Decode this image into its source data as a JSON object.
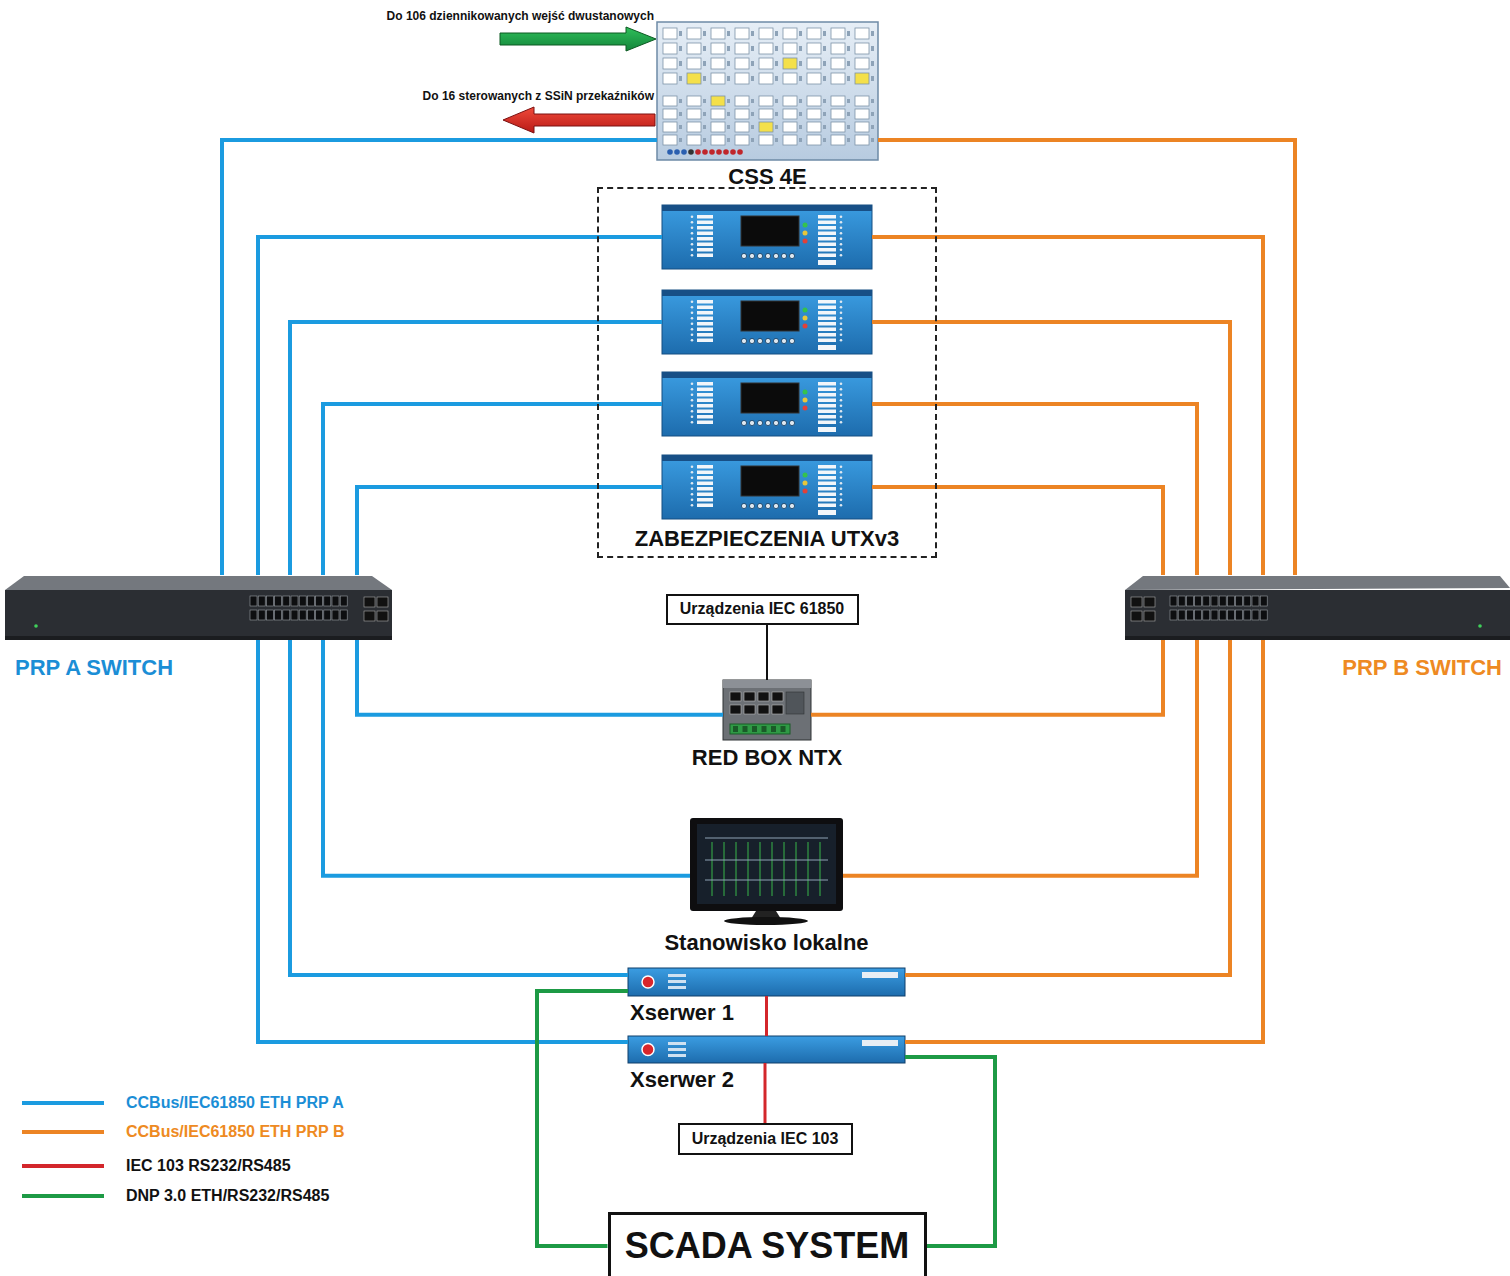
{
  "diagram": {
    "nodes": [
      {
        "text": [
          "CSS 4E"
        ]
      },
      {
        "text": [
          "ZABEZPIECZENIA UTXv3"
        ]
      },
      {
        "text": [],
        "in": 1
      },
      {
        "text": [],
        "in": 1
      },
      {
        "text": [],
        "in": 1
      },
      {
        "text": [],
        "in": 1
      },
      {
        "text": [
          "PRP A SWITCH"
        ]
      },
      {
        "text": [
          "PRP B SWITCH"
        ]
      },
      {
        "text": [
          "Urządzenia IEC 61850"
        ]
      },
      {
        "text": [
          "RED BOX NTX"
        ]
      },
      {
        "text": [
          "Stanowisko lokalne"
        ]
      },
      {
        "text": [
          "Xserwer 1"
        ]
      },
      {
        "text": [
          "Xserwer 2"
        ]
      },
      {
        "text": [
          "Urządzenia IEC 103"
        ]
      },
      {
        "text": [
          "SCADA SYSTEM"
        ]
      }
    ],
    "edges": [
      {
        "from": 6,
        "to": 0,
        "arrow": "none"
      },
      {
        "from": 6,
        "to": 2,
        "arrow": "none"
      },
      {
        "from": 6,
        "to": 3,
        "arrow": "none"
      },
      {
        "from": 6,
        "to": 4,
        "arrow": "none"
      },
      {
        "from": 6,
        "to": 5,
        "arrow": "none"
      },
      {
        "from": 6,
        "to": 9,
        "arrow": "none"
      },
      {
        "from": 6,
        "to": 10,
        "arrow": "none"
      },
      {
        "from": 6,
        "to": 11,
        "arrow": "none"
      },
      {
        "from": 6,
        "to": 12,
        "arrow": "none"
      },
      {
        "from": 7,
        "to": 0,
        "arrow": "none"
      },
      {
        "from": 7,
        "to": 2,
        "arrow": "none"
      },
      {
        "from": 7,
        "to": 3,
        "arrow": "none"
      },
      {
        "from": 7,
        "to": 4,
        "arrow": "none"
      },
      {
        "from": 7,
        "to": 5,
        "arrow": "none"
      },
      {
        "from": 7,
        "to": 9,
        "arrow": "none"
      },
      {
        "from": 7,
        "to": 10,
        "arrow": "none"
      },
      {
        "from": 7,
        "to": 11,
        "arrow": "none"
      },
      {
        "from": 7,
        "to": 12,
        "arrow": "none"
      },
      {
        "from": 8,
        "to": 9,
        "arrow": "none"
      },
      {
        "from": 11,
        "to": 12,
        "arrow": "none"
      },
      {
        "from": 12,
        "to": 13,
        "arrow": "none"
      },
      {
        "from": 14,
        "to": 11,
        "arrow": "none"
      },
      {
        "from": 14,
        "to": 12,
        "arrow": "none"
      }
    ],
    "labels": [
      "Do 106 dziennikowanych wejść dwustanowych",
      "Do 16 sterowanych z SSiN przekaźników"
    ],
    "legend": [
      {
        "text": "CCBus/IEC61850 ETH PRP A"
      },
      {
        "text": "CCBus/IEC61850 ETH PRP B"
      },
      {
        "text": "IEC 103 RS232/RS485"
      },
      {
        "text": "DNP 3.0 ETH/RS232/RS485"
      }
    ]
  }
}
